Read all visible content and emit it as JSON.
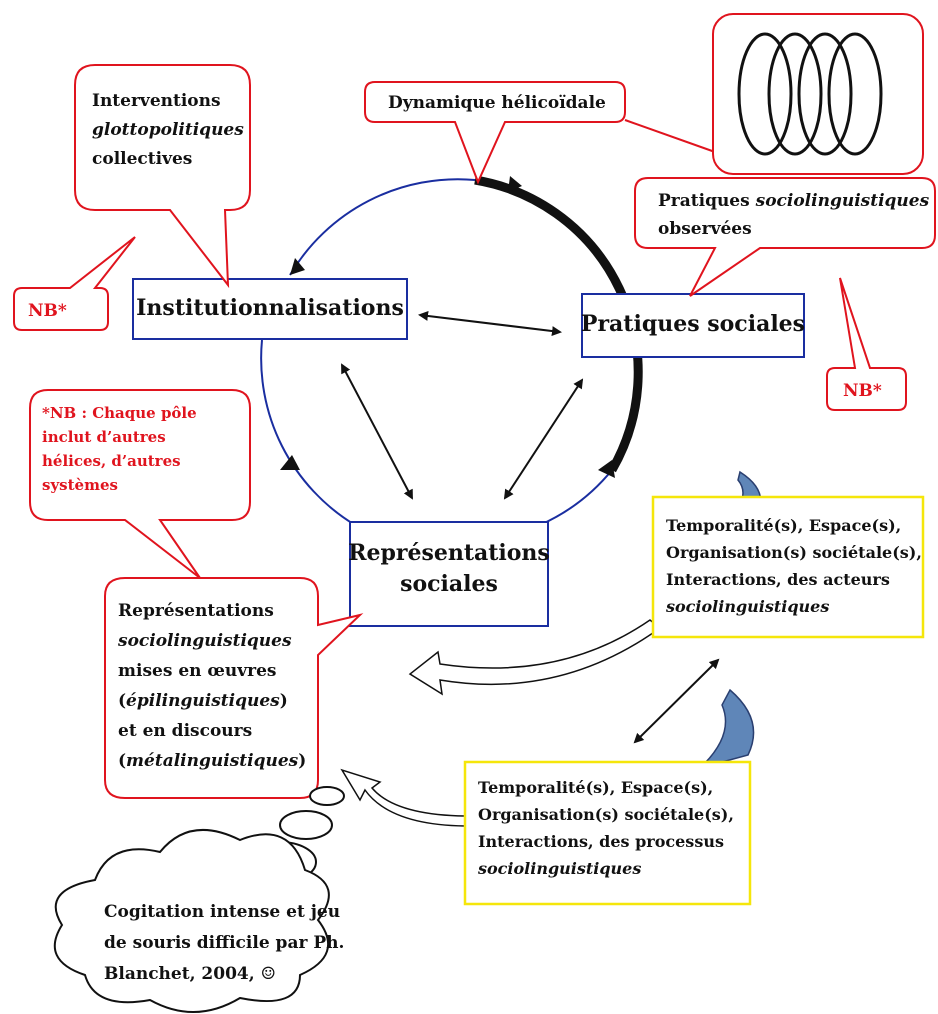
{
  "callouts": {
    "interventions": {
      "line1": "Interventions",
      "line2": "glottopolitiques",
      "line3": "collectives"
    },
    "helicoidal": "Dynamique hélicoïdale",
    "pratiques_obs": {
      "line1_a": "Pratiques ",
      "line1_b": "sociolinguistiques",
      "line2": "observées"
    },
    "nb_left": "NB*",
    "nb_right": "NB*",
    "nb_note": [
      "*NB : Chaque pôle",
      "inclut d’autres",
      "hélices, d’autres",
      "systèmes"
    ],
    "representations_mises": {
      "l1": "Représentations",
      "l2": "sociolinguistiques",
      "l3": "mises en œuvres",
      "l4_open": "(",
      "l4_it": "épilinguistiques",
      "l4_close": ")",
      "l5": "et en discours",
      "l6_open": "(",
      "l6_it": "métalinguistiques",
      "l6_close": ")"
    }
  },
  "poles": {
    "institutionnalisations": "Institutionnalisations",
    "pratiques_sociales": "Pratiques sociales",
    "representations_sociales": {
      "line1": "Représentations",
      "line2": "sociales"
    }
  },
  "yellow_boxes": {
    "acteurs": [
      "Temporalité(s), Espace(s),",
      "Organisation(s) sociétale(s),",
      "Interactions, des acteurs",
      "sociolinguistiques"
    ],
    "processus": [
      "Temporalité(s), Espace(s),",
      "Organisation(s) sociétale(s),",
      "Interactions, des processus",
      "sociolinguistiques"
    ]
  },
  "cloud": [
    "Cogitation intense et jeu",
    "de souris difficile par Ph.",
    "Blanchet, 2004, ☺"
  ],
  "colors": {
    "red": "#e0141e",
    "blue": "#1a2ea0",
    "yellow": "#f5e60a",
    "blue_arrow": "#5f86b8",
    "black": "#111111"
  }
}
